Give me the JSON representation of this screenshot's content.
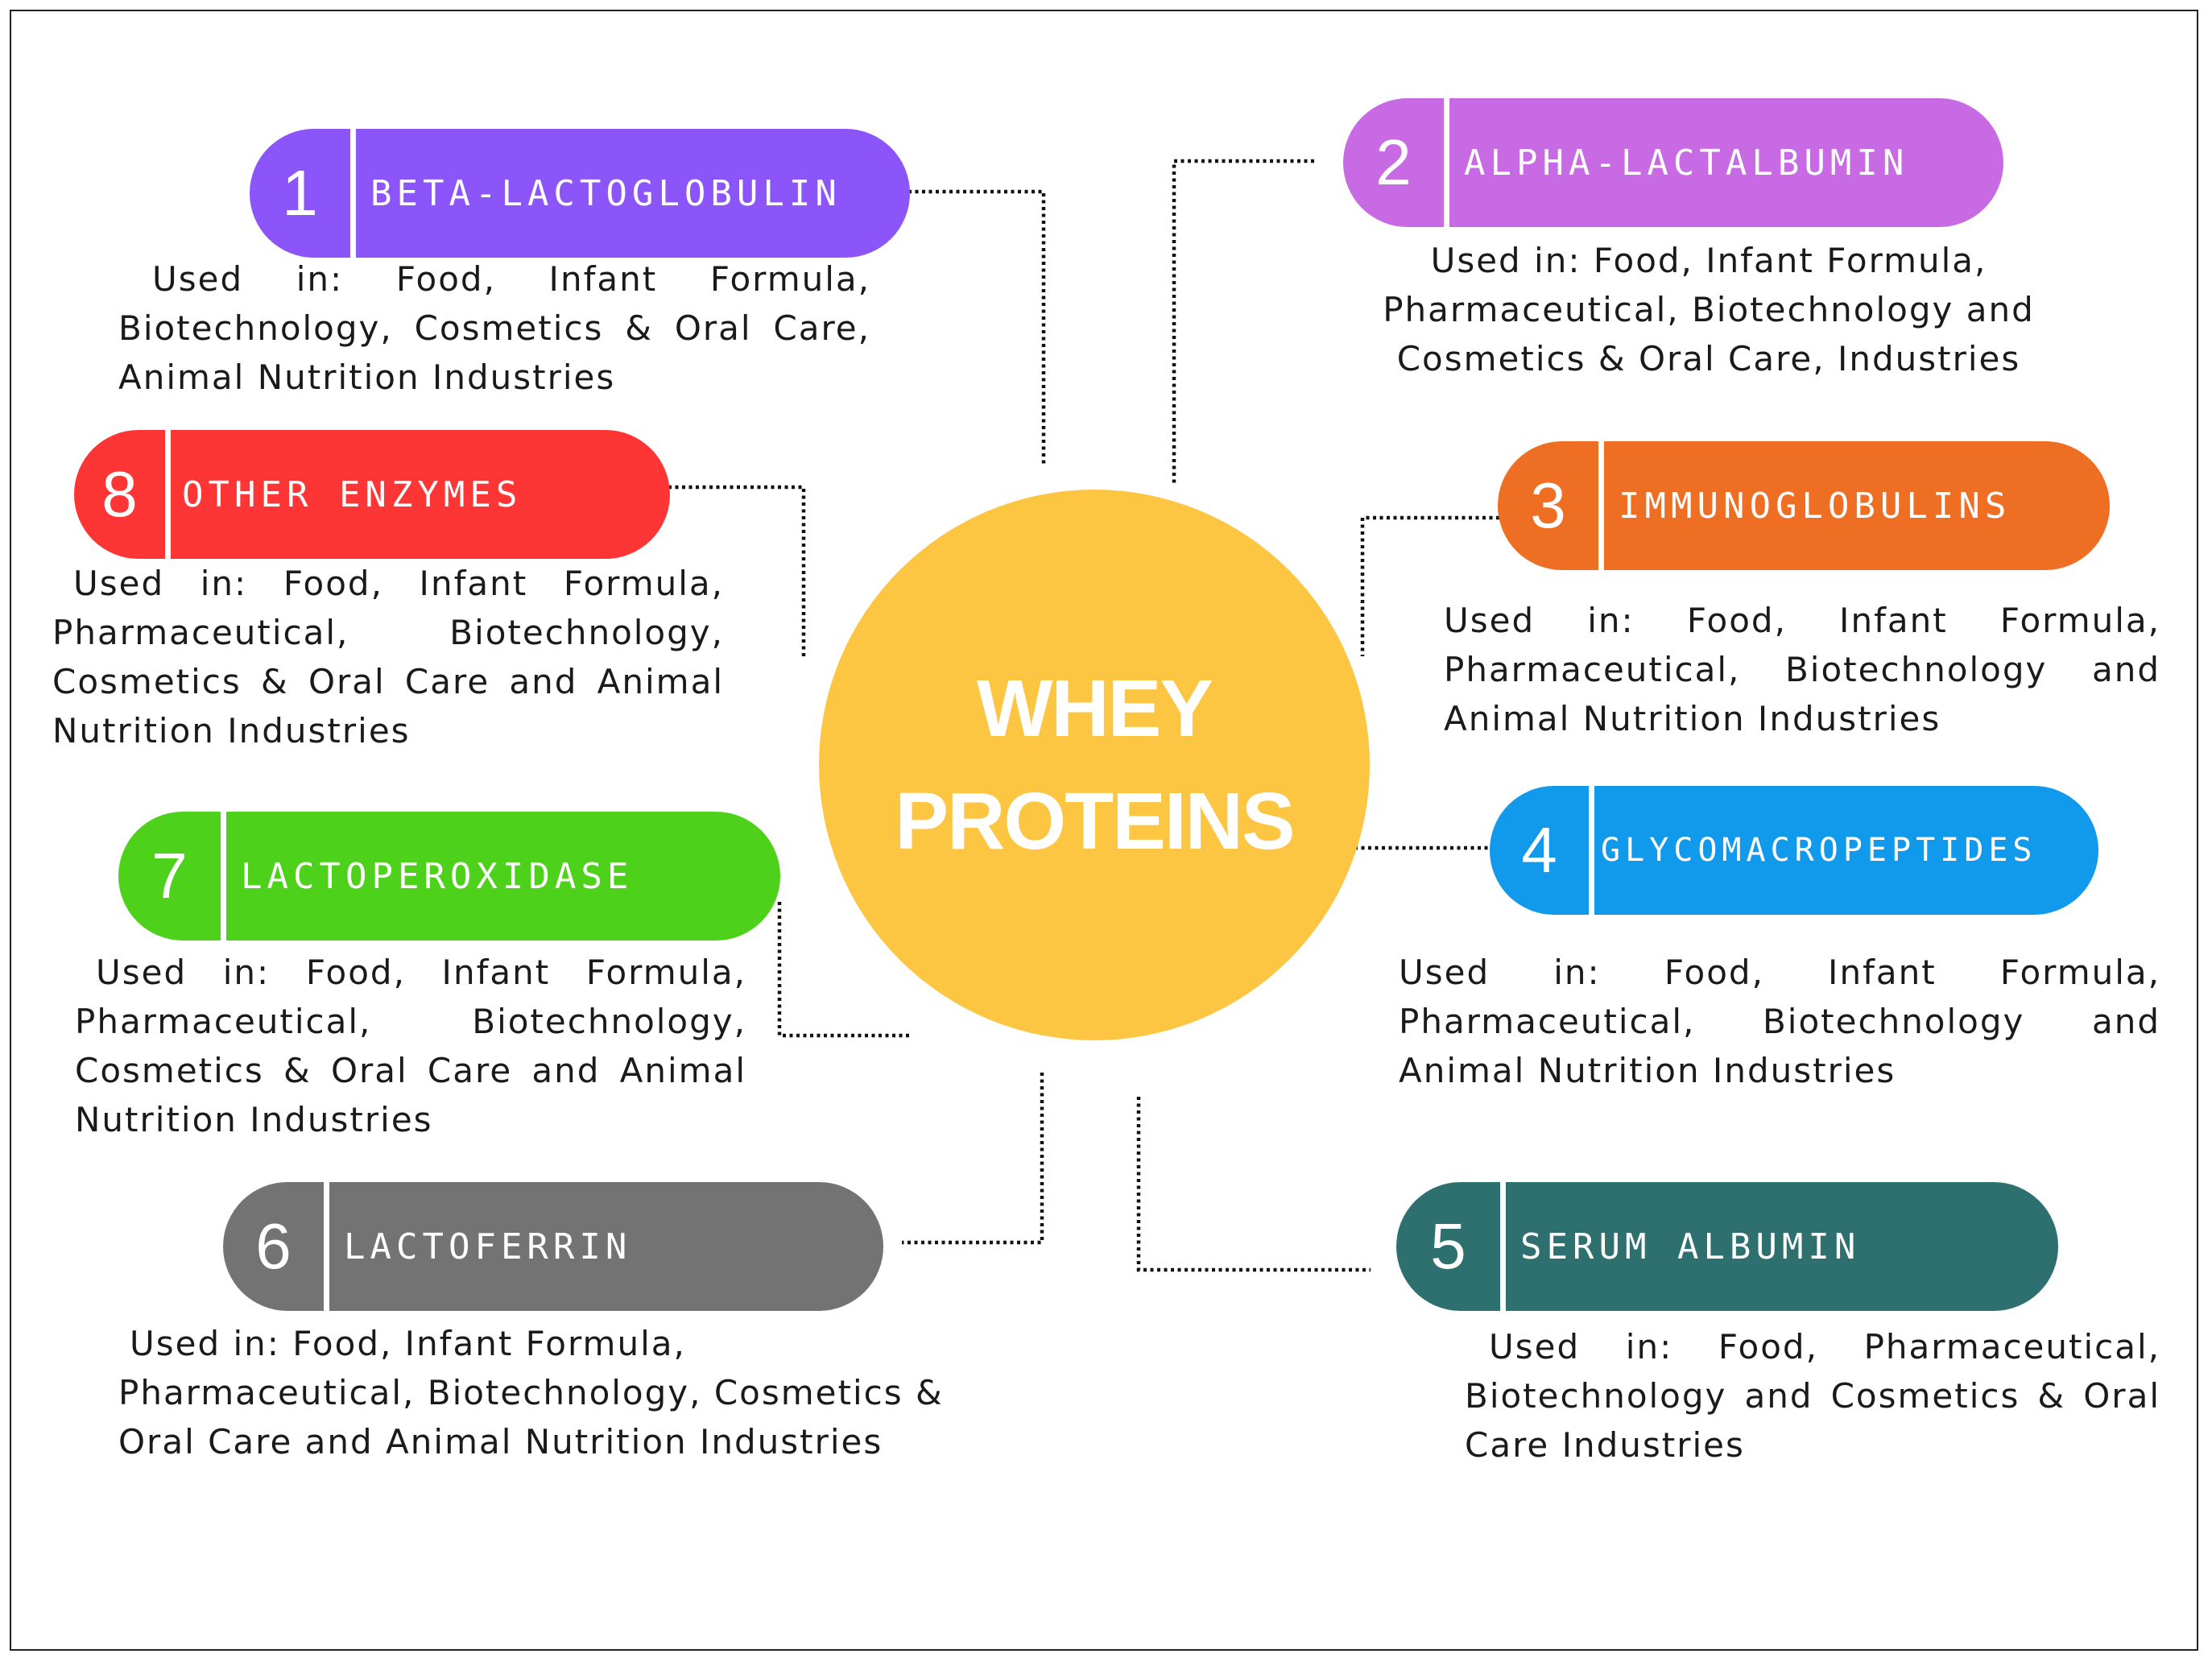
{
  "center": {
    "line1": "WHEY",
    "line2": "PROTEINS",
    "color": "#fcc542"
  },
  "proteins": [
    {
      "num": "1",
      "name": "BETA-LACTOGLOBULIN",
      "color": "#8c55fa",
      "usage": "Used in: Food, Infant Formula, Biotechnology, Cosmetics & Oral Care, Animal Nutrition Industries"
    },
    {
      "num": "2",
      "name": "ALPHA-LACTALBUMIN",
      "color": "#c76ae3",
      "usage": "Used in: Food, Infant Formula, Pharmaceutical, Biotechnology and Cosmetics & Oral Care, Industries"
    },
    {
      "num": "3",
      "name": "IMMUNOGLOBULINS",
      "color": "#ee6f23",
      "usage": "Used in: Food, Infant Formula, Pharmaceutical, Biotechnology and Animal Nutrition Industries"
    },
    {
      "num": "4",
      "name": "GLYCOMACROPEPTIDES",
      "color": "#119aeb",
      "usage": "Used in: Food, Infant Formula, Pharmaceutical, Biotechnology and Animal Nutrition Industries"
    },
    {
      "num": "5",
      "name": "SERUM ALBUMIN",
      "color": "#2e7070",
      "usage": "Used in: Food, Pharmaceutical, Biotechnology and Cosmetics & Oral Care Industries"
    },
    {
      "num": "6",
      "name": "LACTOFERRIN",
      "color": "#737373",
      "usage": "Used in: Food, Infant Formula, Pharmaceutical, Biotechnology, Cosmetics & Oral Care and Animal Nutrition Industries"
    },
    {
      "num": "7",
      "name": "LACTOPEROXIDASE",
      "color": "#4ed11a",
      "usage": "Used in: Food, Infant Formula, Pharmaceutical, Biotechnology, Cosmetics & Oral Care and Animal Nutrition Industries"
    },
    {
      "num": "8",
      "name": "OTHER ENZYMES",
      "color": "#fd3535",
      "usage": "Used in: Food, Infant Formula, Pharmaceutical, Biotechnology, Cosmetics & Oral Care and Animal Nutrition Industries"
    }
  ]
}
